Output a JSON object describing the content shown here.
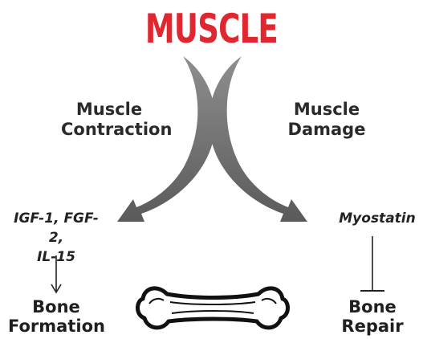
{
  "title": "MUSCLE",
  "left_branch": {
    "heading_line1": "Muscle",
    "heading_line2": "Contraction",
    "factors_line1": "IGF-1, FGF-2,",
    "factors_line2": "IL-15",
    "outcome_line1": "Bone",
    "outcome_line2": "Formation"
  },
  "right_branch": {
    "heading_line1": "Muscle",
    "heading_line2": "Damage",
    "factor": "Myostatin",
    "outcome_line1": "Bone",
    "outcome_line2": "Repair"
  },
  "colors": {
    "title": "#e0262e",
    "arrow": "#6a6a6a",
    "text": "#222222"
  },
  "icons": [
    "curved-arrow-left",
    "curved-arrow-right",
    "down-arrow",
    "inhibition-bar",
    "bone-icon"
  ]
}
